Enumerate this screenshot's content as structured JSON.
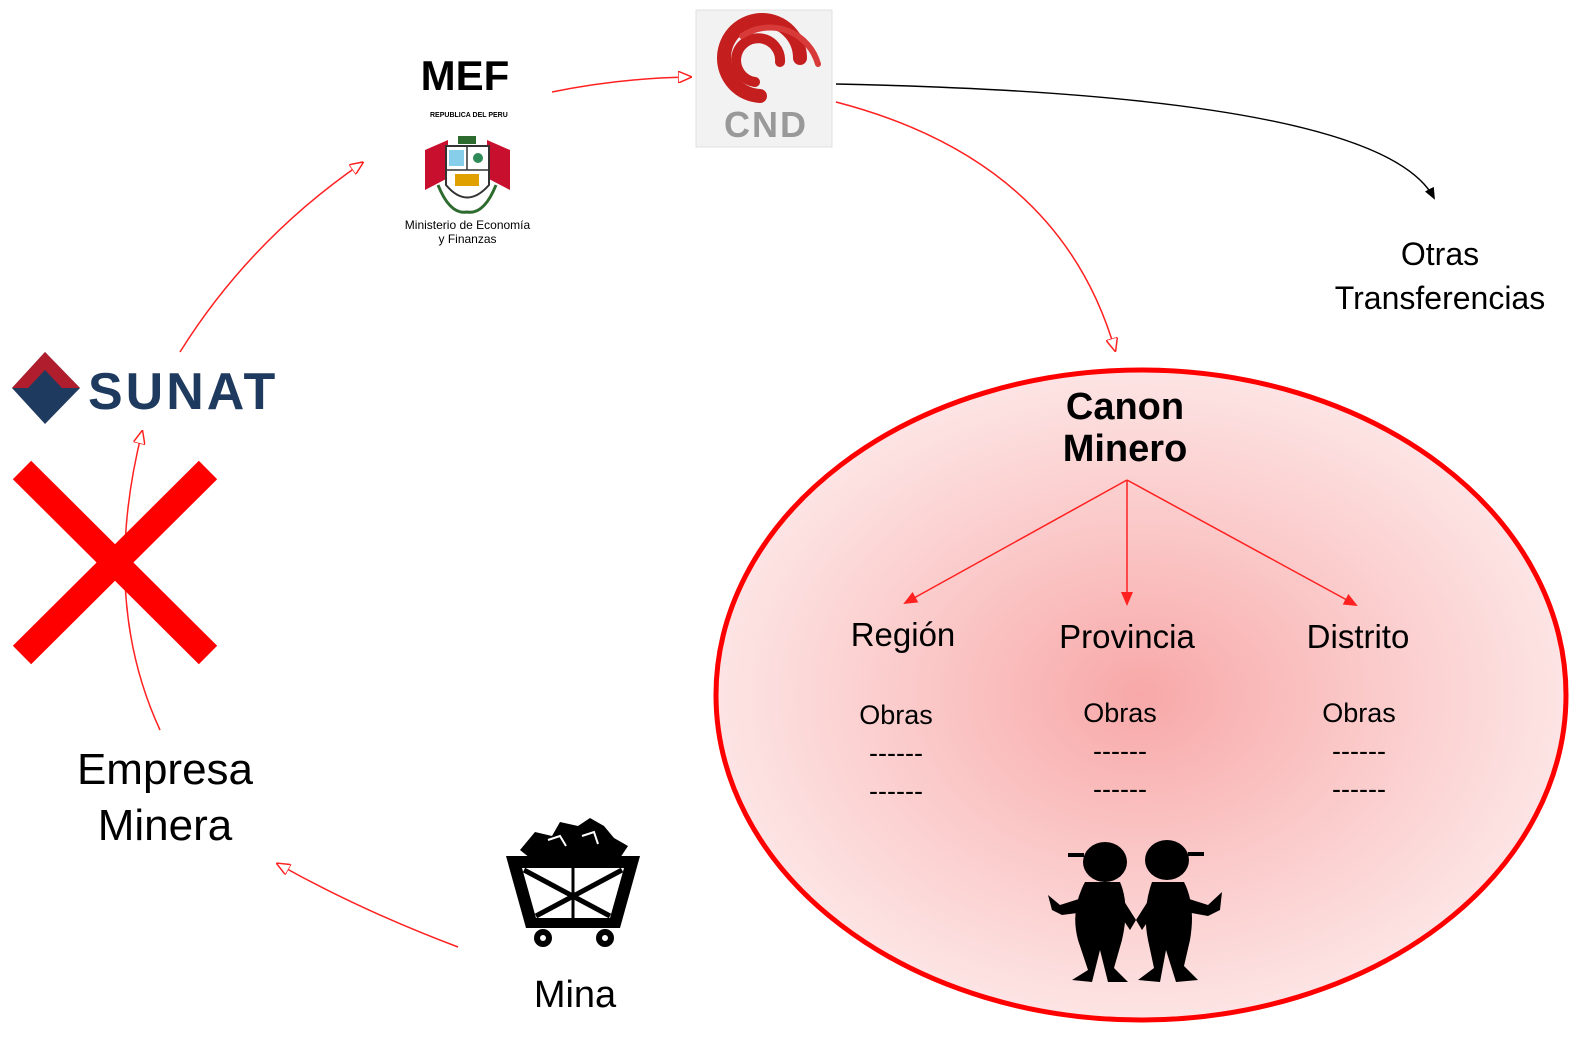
{
  "mef": {
    "title": "MEF",
    "seal_caption": "REPUBLICA DEL PERU",
    "subtitle_line1": "Ministerio de Economía",
    "subtitle_line2": "y Finanzas"
  },
  "cnd": {
    "logo_text": "CND"
  },
  "sunat": {
    "logo_text": "SUNAT"
  },
  "otras": {
    "line1": "Otras",
    "line2": "Transferencias"
  },
  "canon": {
    "title_line1": "Canon",
    "title_line2": "Minero",
    "columns": [
      {
        "label": "Región",
        "obras": "Obras",
        "dash1": "------",
        "dash2": "------"
      },
      {
        "label": "Provincia",
        "obras": "Obras",
        "dash1": "------",
        "dash2": "------"
      },
      {
        "label": "Distrito",
        "obras": "Obras",
        "dash1": "------",
        "dash2": "------"
      }
    ]
  },
  "empresa": {
    "line1": "Empresa",
    "line2": "Minera"
  },
  "mina": {
    "label": "Mina"
  },
  "colors": {
    "arrow": "#ff2020",
    "cross": "#ff0000",
    "ellipse_stroke": "#ff0000",
    "ellipse_fill": "#fcd0d0"
  }
}
